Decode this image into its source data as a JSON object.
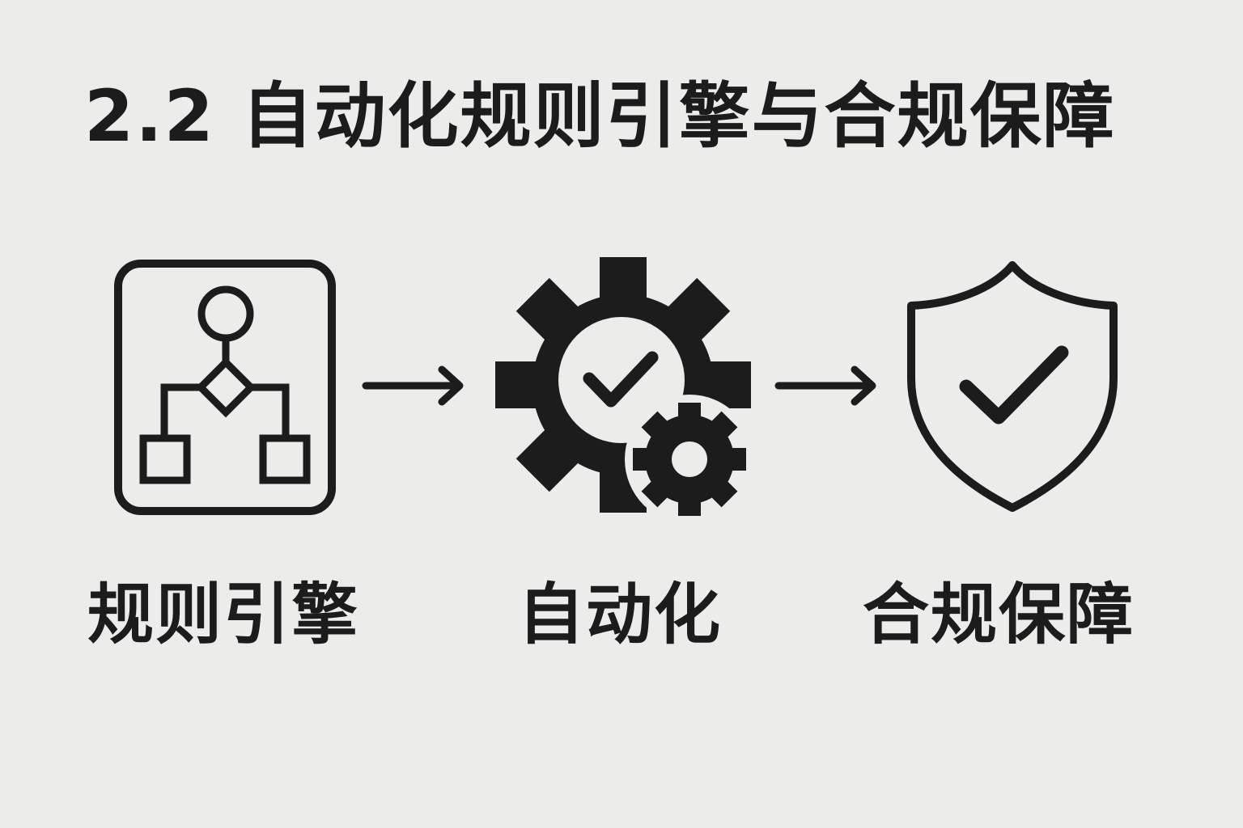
{
  "title": "2.2 自动化规则引擎与合规保障",
  "steps": [
    {
      "label": "规则引擎",
      "icon": "flowchart-icon"
    },
    {
      "label": "自动化",
      "icon": "gears-check-icon"
    },
    {
      "label": "合规保障",
      "icon": "shield-check-icon"
    }
  ],
  "connectors": [
    "arrow-right-icon",
    "arrow-right-icon"
  ],
  "colors": {
    "background": "#ececea",
    "ink": "#1c1c1c"
  }
}
